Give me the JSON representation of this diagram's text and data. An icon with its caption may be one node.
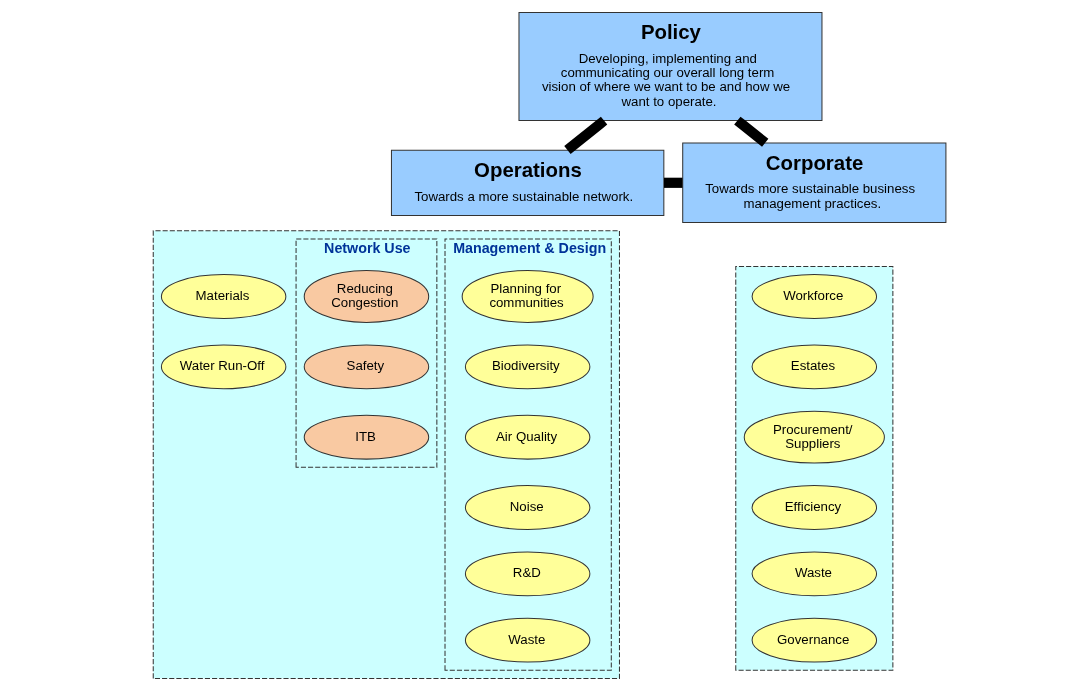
{
  "diagram": {
    "nodes": [
      {
        "text": [
          "Policy",
          "Developing, implementing and communicating our overall long term vision of where we want to be and how we want to operate."
        ]
      },
      {
        "text": [
          "Operations",
          "Towards a more sustainable network."
        ]
      },
      {
        "text": [],
        "shape": "box"
      },
      {
        "text": [
          "Management & Design"
        ],
        "in": 2
      },
      {
        "text": [
          "Planning for communities"
        ],
        "in": 3
      },
      {
        "text": [
          "Biodiversity"
        ],
        "in": 3
      },
      {
        "text": [
          "Air Quality"
        ],
        "in": 3
      },
      {
        "text": [
          "Noise"
        ],
        "in": 3
      },
      {
        "text": [
          "R&D"
        ],
        "in": 3
      },
      {
        "text": [
          "Waste"
        ],
        "in": 3
      },
      {
        "text": [
          "Network Use"
        ],
        "in": 2
      },
      {
        "text": [
          "Reducing Congestion"
        ],
        "in": 10
      },
      {
        "text": [
          "Safety"
        ],
        "in": 10
      },
      {
        "text": [
          "ITB"
        ],
        "in": 10
      },
      {
        "text": [
          "Materials"
        ],
        "in": 2
      },
      {
        "text": [
          "Water Run-Off"
        ],
        "in": 2
      },
      {
        "text": [
          "Corporate",
          "Towards more sustainable business management practices."
        ]
      },
      {
        "text": [],
        "shape": "box"
      },
      {
        "text": [
          "Workforce"
        ],
        "in": 17
      },
      {
        "text": [
          "Estates"
        ],
        "in": 17
      },
      {
        "text": [
          "Procurement/ Suppliers"
        ],
        "in": 17
      },
      {
        "text": [
          "Efficiency"
        ],
        "in": 17
      },
      {
        "text": [
          "Waste"
        ],
        "in": 17
      },
      {
        "text": [
          "Governance"
        ],
        "in": 17
      }
    ],
    "edges": [
      {
        "from": 0,
        "to": 1,
        "arrow": "none"
      },
      {
        "from": 0,
        "to": 16,
        "arrow": "none"
      },
      {
        "from": 1,
        "to": 16,
        "arrow": "none"
      }
    ]
  }
}
